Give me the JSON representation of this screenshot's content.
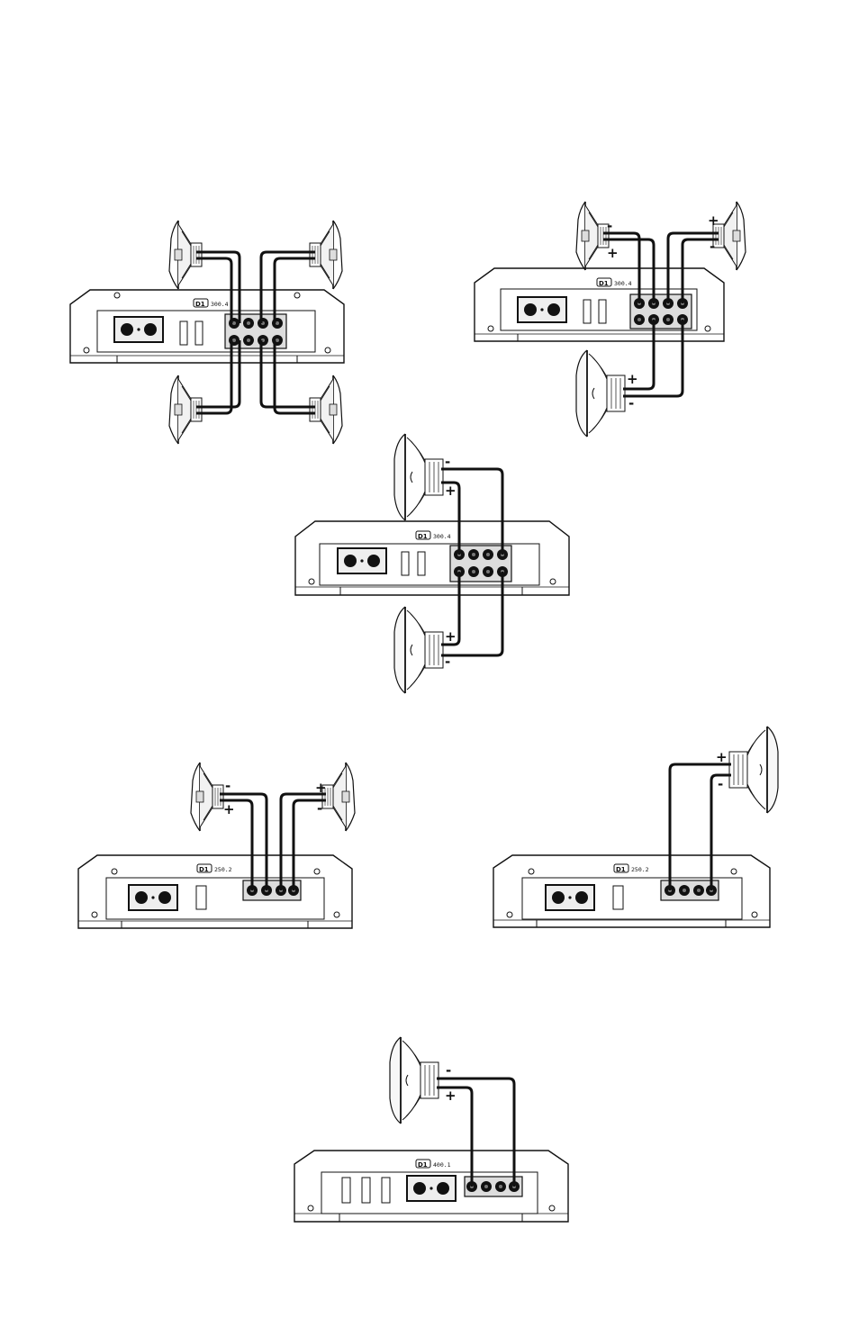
{
  "diagrams": [
    {
      "id": "four-channel-four-speakers",
      "brand": "D1",
      "model": "300.4",
      "labels": []
    },
    {
      "id": "four-channel-two-plus-sub",
      "brand": "D1",
      "model": "300.4",
      "labels": [
        "-",
        "+",
        "+",
        "-",
        "+",
        "-"
      ]
    },
    {
      "id": "four-channel-two-subs",
      "brand": "D1",
      "model": "300.4",
      "labels": [
        "-",
        "+",
        "+",
        "-"
      ]
    },
    {
      "id": "two-channel-two-speakers",
      "brand": "D1",
      "model": "250.2",
      "labels": [
        "-",
        "+",
        "+",
        "-"
      ]
    },
    {
      "id": "two-channel-bridged-sub",
      "brand": "D1",
      "model": "250.2",
      "labels": [
        "+",
        "-"
      ]
    },
    {
      "id": "mono-sub",
      "brand": "D1",
      "model": "400.1",
      "labels": [
        "-",
        "+"
      ]
    }
  ],
  "colors": {
    "line": "#111111",
    "panel": "#e6e6e6",
    "wire": "#111111"
  }
}
